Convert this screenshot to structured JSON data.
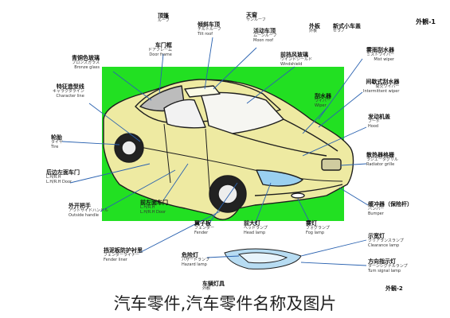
{
  "header_right": "外観-1",
  "footer_left": "外観-2",
  "caption": "汽车零件,汽车零件名称及图片",
  "colors": {
    "background_panel": "#22e022",
    "car_body": "#eeeaa2",
    "outline": "#1e1e1e",
    "pointer": "#2a62b0"
  },
  "labels": [
    {
      "id": "roof-panel",
      "cn": "顶篷",
      "jp": "ルーフ",
      "en": ""
    },
    {
      "id": "sunroof",
      "cn": "天窗",
      "jp": "サンルーフ",
      "en": ""
    },
    {
      "id": "tilt-roof",
      "cn": "倾斜车顶",
      "jp": "チルトルーフ",
      "en": "Tilt roof"
    },
    {
      "id": "moon-roof",
      "cn": "活动车顶",
      "jp": "ムーンルーフ",
      "en": "Moon roof"
    },
    {
      "id": "exterior-top",
      "cn": "外板",
      "jp": "外板",
      "en": ""
    },
    {
      "id": "small-cover",
      "cn": "新式小车盖",
      "jp": "セラノ",
      "en": ""
    },
    {
      "id": "door-frame",
      "cn": "车门框",
      "jp": "ドアフレーム",
      "en": "Door frame"
    },
    {
      "id": "bronze-glass",
      "cn": "青铜色玻璃",
      "jp": "ブロンズガラス",
      "en": "Bronze glass"
    },
    {
      "id": "windshield",
      "cn": "前挡风玻璃",
      "jp": "ウインドシールド",
      "en": "Windshield"
    },
    {
      "id": "mist-wiper",
      "cn": "雾雨刮水器",
      "jp": "ミストワイパー",
      "en": "Mist wiper"
    },
    {
      "id": "intermittent-wiper",
      "cn": "间歇式刮水器",
      "jp": "間欠ワイパー",
      "en": "Intermittent wiper"
    },
    {
      "id": "character-line",
      "cn": "特征造型线",
      "jp": "キャラクタライン",
      "en": "Character line"
    },
    {
      "id": "wiper",
      "cn": "刮水器",
      "jp": "ワイパー",
      "en": "Wiper"
    },
    {
      "id": "hood",
      "cn": "发动机盖",
      "jp": "フード",
      "en": "Hood"
    },
    {
      "id": "tire",
      "cn": "轮胎",
      "jp": "タイヤ",
      "en": "Tire"
    },
    {
      "id": "radiator-grille",
      "cn": "散热器格栅",
      "jp": "ラジエータグリル",
      "en": "Radiator grille"
    },
    {
      "id": "lhrh-door",
      "cn": "后边左面车门",
      "jp": "L.H/R.H",
      "en": "L.H/R.H Door"
    },
    {
      "id": "outside-handle",
      "cn": "外开把手",
      "jp": "アウトサイドハンドル",
      "en": "Outside handle"
    },
    {
      "id": "lhrh-door-front",
      "cn": "前左面车门",
      "jp": "L.H/R.H",
      "en": "L.H/R.H Door"
    },
    {
      "id": "bumper",
      "cn": "缓冲器（保险杆）",
      "jp": "バンパー",
      "en": "Bumper"
    },
    {
      "id": "fender",
      "cn": "翼子板",
      "jp": "フェンダー",
      "en": "Fender"
    },
    {
      "id": "head-lamp",
      "cn": "前大灯",
      "jp": "ヘッドランプ",
      "en": "Head lamp"
    },
    {
      "id": "fog-lamp",
      "cn": "雾灯",
      "jp": "フォグランプ",
      "en": "Fog lamp"
    },
    {
      "id": "clearance-lamp",
      "cn": "示宽灯",
      "jp": "クリアランスランプ",
      "en": "Clearance lamp"
    },
    {
      "id": "fender-liner",
      "cn": "挡泥板防护衬里",
      "jp": "フェンダーライナー",
      "en": "Fender liner"
    },
    {
      "id": "hazard-lamp",
      "cn": "危险灯",
      "jp": "ハザードランプ",
      "en": "Hazard lamp"
    },
    {
      "id": "turn-signal",
      "cn": "方向指示灯",
      "jp": "ターンシグナルランプ",
      "en": "Turn signal lamp"
    },
    {
      "id": "footer-note",
      "cn": "车辆灯具",
      "jp": "外観",
      "en": ""
    }
  ]
}
